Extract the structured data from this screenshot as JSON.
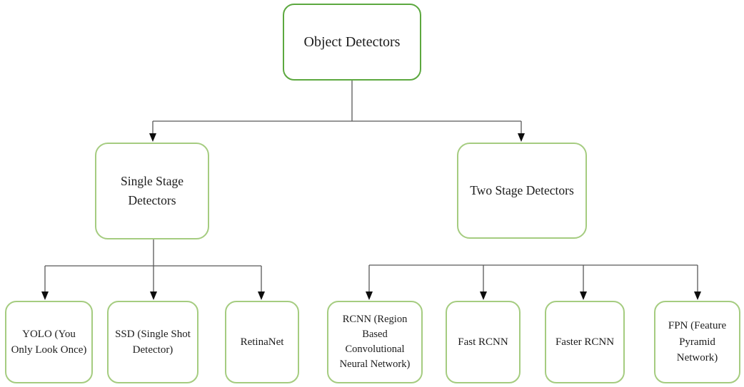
{
  "diagram": {
    "type": "tree",
    "orientation": "top-down",
    "tree": {
      "root": {
        "label": "Object Detectors",
        "children": [
          {
            "label": "Single Stage Detectors",
            "children": [
              {
                "label": "YOLO (You Only Look Once)"
              },
              {
                "label": "SSD (Single Shot Detector)"
              },
              {
                "label": "RetinaNet"
              }
            ]
          },
          {
            "label": "Two Stage Detectors",
            "children": [
              {
                "label": "RCNN (Region Based Convolutional Neural Network)"
              },
              {
                "label": "Fast RCNN"
              },
              {
                "label": "Faster RCNN"
              },
              {
                "label": "FPN (Feature Pyramid Network)"
              }
            ]
          }
        ]
      }
    },
    "colors": {
      "background": "#ffffff",
      "root_box_border": "#5ca83f",
      "box_border": "#a5cc80",
      "box_fill": "#ffffff",
      "connector_line": "#595959",
      "arrowhead": "#0d0d0d",
      "text": "#1c1c1c"
    }
  }
}
